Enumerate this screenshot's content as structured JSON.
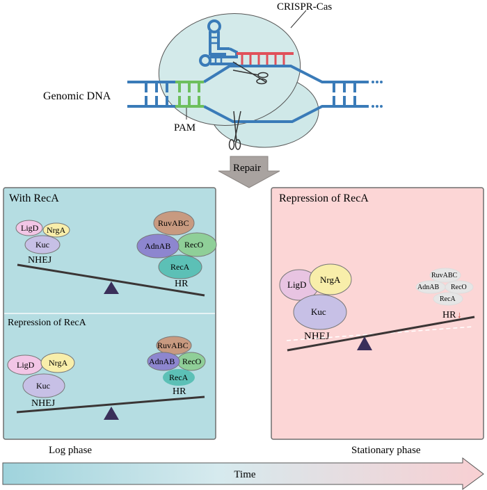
{
  "top": {
    "cas_label": "CRISPR-Cas",
    "genomic_label": "Genomic DNA",
    "pam_label": "PAM",
    "repair_label": "Repair"
  },
  "left_panel": {
    "top_title": "With RecA",
    "bottom_title": "Repression of RecA",
    "caption": "Log phase",
    "top": {
      "nhej": {
        "label": "NHEJ",
        "proteins": [
          "LigD",
          "NrgA",
          "Kuc"
        ]
      },
      "hr": {
        "label": "HR",
        "proteins": [
          "RuvABC",
          "AdnAB",
          "RecO",
          "RecA"
        ]
      }
    },
    "bottom": {
      "nhej": {
        "label": "NHEJ",
        "proteins": [
          "LigD",
          "NrgA",
          "Kuc"
        ]
      },
      "hr": {
        "label": "HR",
        "proteins": [
          "RuvABC",
          "AdnAB",
          "RecO",
          "RecA"
        ]
      }
    }
  },
  "right_panel": {
    "title": "Repression of RecA",
    "caption": "Stationary phase",
    "nhej": {
      "label": "NHEJ",
      "proteins": [
        "LigD",
        "NrgA",
        "Kuc"
      ]
    },
    "hr": {
      "label": "HR",
      "arrow": "↓",
      "proteins": [
        "RuvABC",
        "AdnAB",
        "RecO",
        "RecA"
      ]
    }
  },
  "timeline": {
    "label": "Time"
  },
  "colors": {
    "dna_blue": "#3a7bb8",
    "pam_green": "#6dbf5d",
    "rna_red": "#e0505a",
    "cas_fill": "#cfe8e8",
    "left_bg": "#b5dde2",
    "right_bg": "#fcd6d6",
    "ligd": "#f2c6e6",
    "nrga": "#f8eeaa",
    "kuc": "#c7c0e6",
    "ruvabc": "#c89a80",
    "adnab": "#8d86cf",
    "reco": "#8fcf98",
    "reca": "#5cc0b6",
    "faded": "#e6e6e6",
    "fulcrum": "#3a2f5a",
    "arrow_gray": "#a9a3a0"
  }
}
